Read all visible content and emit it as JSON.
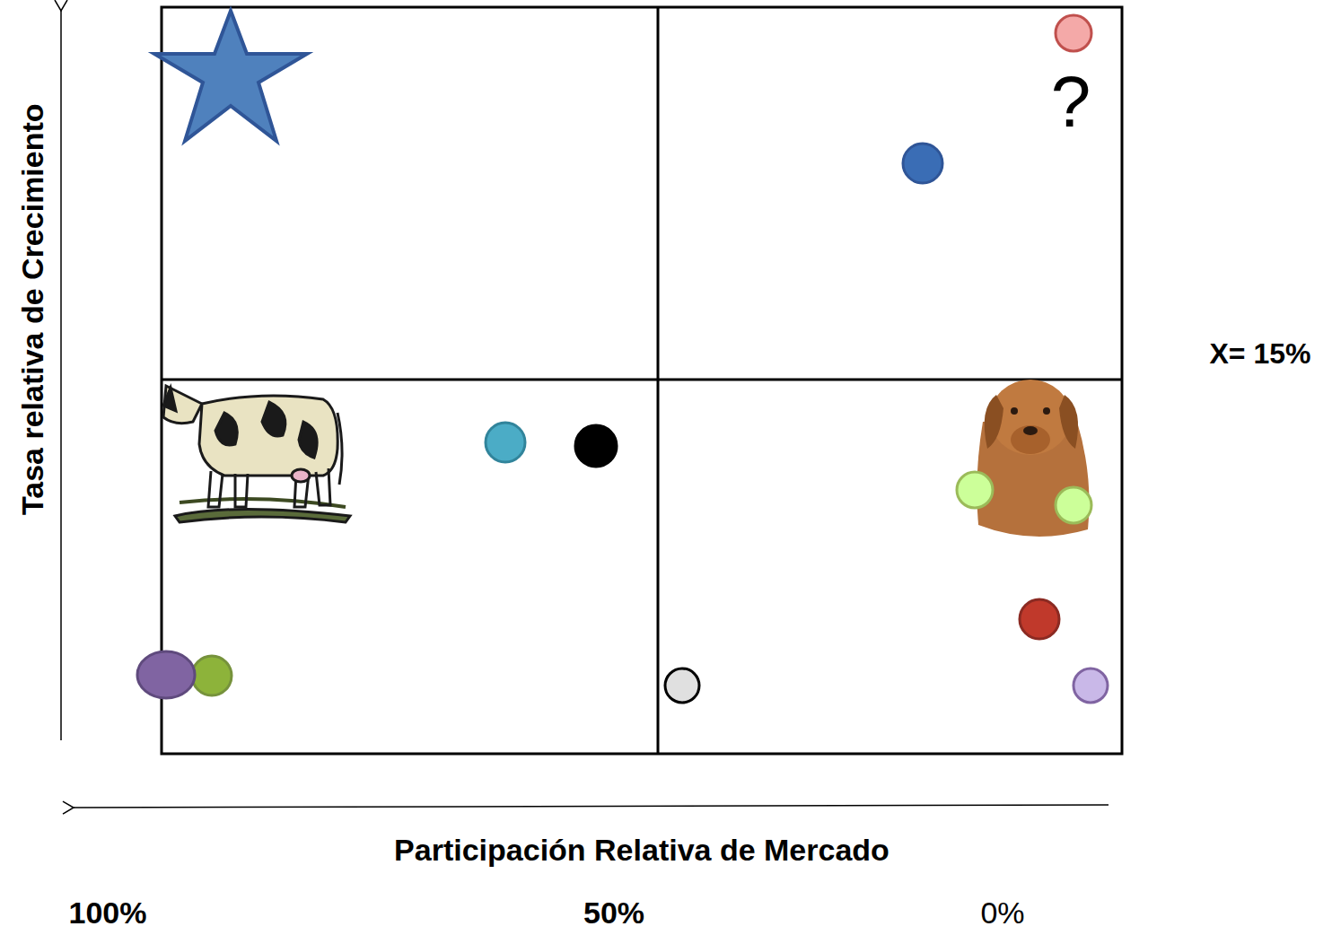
{
  "diagram": {
    "labels": [
      "Tasa relativa de Crecimiento",
      "Participación Relativa de Mercado",
      "100%",
      "50%",
      "0%",
      "X= 15%",
      "?"
    ]
  }
}
